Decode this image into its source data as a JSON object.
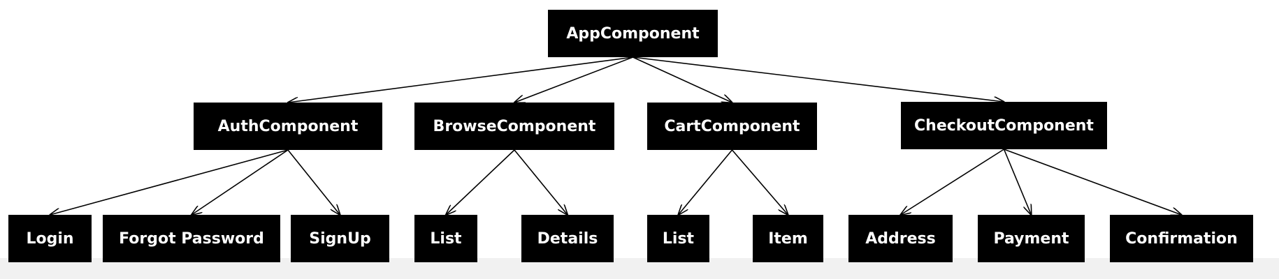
{
  "diagram": {
    "nodes": [
      {
        "id": "app",
        "label": "AppComponent"
      },
      {
        "id": "auth",
        "label": "AuthComponent"
      },
      {
        "id": "browse",
        "label": "BrowseComponent"
      },
      {
        "id": "cart",
        "label": "CartComponent"
      },
      {
        "id": "checkout",
        "label": "CheckoutComponent"
      },
      {
        "id": "login",
        "label": "Login"
      },
      {
        "id": "forgot",
        "label": "Forgot Password"
      },
      {
        "id": "signup",
        "label": "SignUp"
      },
      {
        "id": "browse-list",
        "label": "List"
      },
      {
        "id": "details",
        "label": "Details"
      },
      {
        "id": "cart-list",
        "label": "List"
      },
      {
        "id": "item",
        "label": "Item"
      },
      {
        "id": "address",
        "label": "Address"
      },
      {
        "id": "payment",
        "label": "Payment"
      },
      {
        "id": "confirmation",
        "label": "Confirmation"
      }
    ],
    "edges": [
      {
        "from": "app",
        "to": "auth"
      },
      {
        "from": "app",
        "to": "browse"
      },
      {
        "from": "app",
        "to": "cart"
      },
      {
        "from": "app",
        "to": "checkout"
      },
      {
        "from": "auth",
        "to": "login"
      },
      {
        "from": "auth",
        "to": "forgot"
      },
      {
        "from": "auth",
        "to": "signup"
      },
      {
        "from": "browse",
        "to": "browse-list"
      },
      {
        "from": "browse",
        "to": "details"
      },
      {
        "from": "cart",
        "to": "cart-list"
      },
      {
        "from": "cart",
        "to": "item"
      },
      {
        "from": "checkout",
        "to": "address"
      },
      {
        "from": "checkout",
        "to": "payment"
      },
      {
        "from": "checkout",
        "to": "confirmation"
      }
    ],
    "colors": {
      "node_fill": "#000000",
      "node_text": "#ffffff",
      "edge": "#000000",
      "background": "#ffffff"
    }
  }
}
